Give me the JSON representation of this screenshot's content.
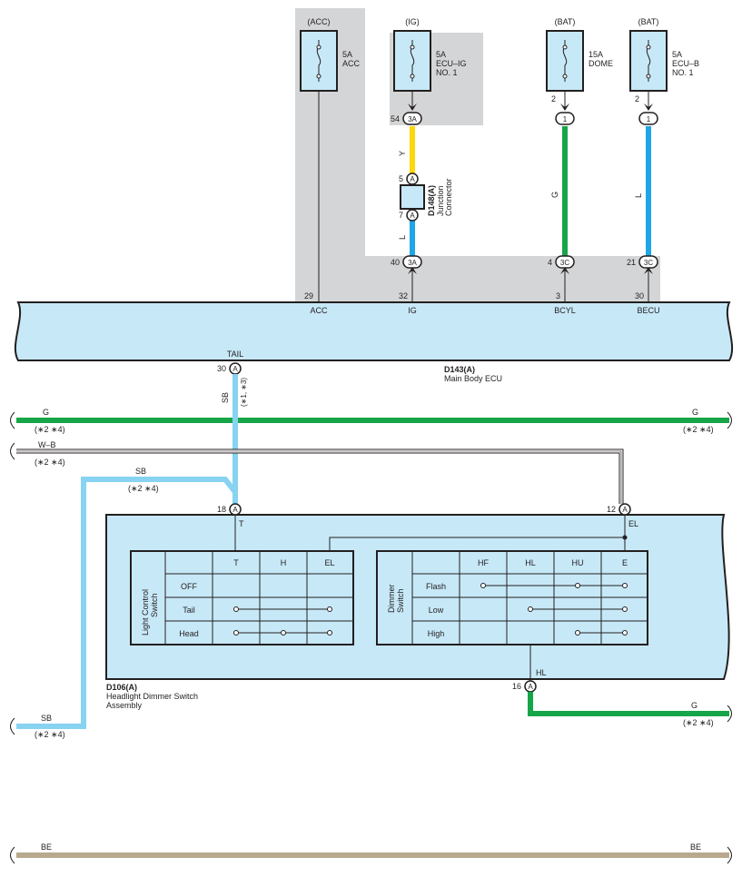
{
  "colors": {
    "panel": "#d4d5d6",
    "box_fill": "#c7e8f7",
    "yellow": "#fdd60e",
    "blue": "#1ea7e6",
    "light_blue": "#87d3f1",
    "green": "#16a548",
    "tan": "#b8a88f",
    "ink": "#231f20"
  },
  "fuses": [
    {
      "source": "(ACC)",
      "rating": "5A",
      "name1": "ACC",
      "name2": "",
      "name3": ""
    },
    {
      "source": "(IG)",
      "rating": "5A",
      "name1": "ECU–IG",
      "name2": "NO. 1",
      "name3": ""
    },
    {
      "source": "(BAT)",
      "rating": "15A",
      "name1": "DOME",
      "name2": "",
      "name3": ""
    },
    {
      "source": "(BAT)",
      "rating": "5A",
      "name1": "ECU–B",
      "name2": "NO. 1",
      "name3": ""
    }
  ],
  "pins": {
    "ig_fuse_out": "54",
    "ig_fuse_conn": "3A",
    "dome_fuse_out": "2",
    "dome_conn": "1",
    "ecub_fuse_out": "2",
    "ecub_conn": "1",
    "junction_in": "5",
    "junction_out": "7",
    "junction_letter": "A",
    "ig_in": "40",
    "ig_in_conn": "3A",
    "bcyl_in": "4",
    "bcyl_conn": "3C",
    "becu_in": "21",
    "becu_conn": "3C",
    "acc_pin": "29",
    "ig_pin": "32",
    "bcyl_pin": "3",
    "becu_pin": "30",
    "tail_pin": "30",
    "tail_letter": "A",
    "t_pin": "18",
    "t_letter": "A",
    "el_pin": "12",
    "el_letter": "A",
    "hl_pin": "16",
    "hl_letter": "A"
  },
  "wires": {
    "y": "Y",
    "l1": "L",
    "g1": "G",
    "l2": "L",
    "sb": "SB",
    "sb_note": "(∗1, ∗3)",
    "g_top_left": "G",
    "g_top_right": "G",
    "g_note": "(∗2 ∗4)",
    "wb": "W–B",
    "wb_note": "(∗2 ∗4)",
    "sb2": "SB",
    "sb2_note": "(∗2 ∗4)",
    "sb3": "SB",
    "sb3_note": "(∗2 ∗4)",
    "g_out": "G",
    "g_out_note": "(∗2 ∗4)",
    "be_left": "BE",
    "be_right": "BE"
  },
  "junction": {
    "code": "D148(A)",
    "name1": "Junction",
    "name2": "Connector"
  },
  "ecu": {
    "code": "D143(A)",
    "name": "Main Body ECU",
    "terminals": [
      "ACC",
      "IG",
      "BCYL",
      "BECU"
    ],
    "tail": "TAIL"
  },
  "switch": {
    "code": "D106(A)",
    "name1": "Headlight Dimmer Switch",
    "name2": "Assembly",
    "t_label": "T",
    "el_label": "EL",
    "hl_label": "HL",
    "light_title1": "Light Control",
    "light_title2": "Switch",
    "light_cols": [
      "T",
      "H",
      "EL"
    ],
    "light_rows": [
      "OFF",
      "Tail",
      "Head"
    ],
    "dimmer_title1": "Dimmer",
    "dimmer_title2": "Switch",
    "dimmer_cols": [
      "HF",
      "HL",
      "HU",
      "E"
    ],
    "dimmer_rows": [
      "Flash",
      "Low",
      "High"
    ]
  }
}
